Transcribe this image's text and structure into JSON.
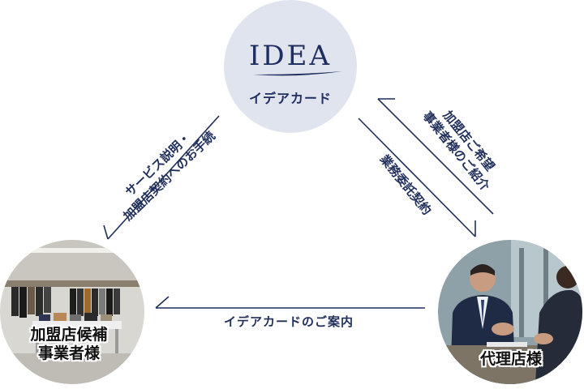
{
  "hub": {
    "logo": "IDEA",
    "subtitle": "イデアカード"
  },
  "nodes": {
    "left_label_line1": "加盟店候補",
    "left_label_line2": "事業者様",
    "right_label": "代理店様"
  },
  "edges": {
    "left_line1": "サービス説明・",
    "left_line2": "加盟店契約へのお手続",
    "right_outer_line1": "加盟店ご希望",
    "right_outer_line2": "事業者様のご紹介",
    "right_inner": "業務委託契約",
    "bottom": "イデアカードのご案内"
  },
  "colors": {
    "navy": "#1f2f5a",
    "hub_bg": "#dfe4ee"
  }
}
